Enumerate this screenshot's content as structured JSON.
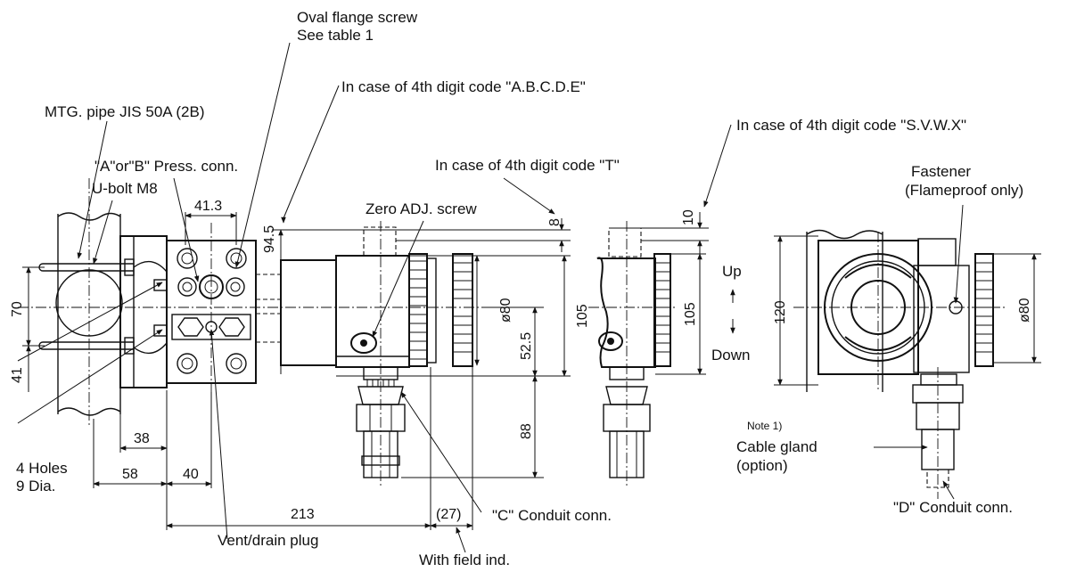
{
  "labels": {
    "oval_flange_line1": "Oval flange screw",
    "oval_flange_line2": "See table 1",
    "code_abcde": "In case of 4th digit code  \"A.B.C.D.E\"",
    "code_svwx": "In case of 4th digit code  \"S.V.W.X\"",
    "code_t": "In case of 4th digit code  \"T\"",
    "mtg_pipe": "MTG. pipe JIS 50A (2B)",
    "press_conn": "\"A\"or\"B\" Press. conn.",
    "u_bolt": "U-bolt M8",
    "zero_adj": "Zero ADJ. screw",
    "fastener_line1": "Fastener",
    "fastener_line2": "(Flameproof only)",
    "up": "Up",
    "down": "Down",
    "holes_line1": "4  Holes",
    "holes_line2": "9  Dia.",
    "note1": "Note 1)",
    "cable_gland_line1": "Cable gland",
    "cable_gland_line2": "(option)",
    "c_conduit": "\"C\" Conduit conn.",
    "d_conduit": "\"D\" Conduit conn.",
    "vent_drain": "Vent/drain plug",
    "field_ind": "With field ind."
  },
  "dimensions": {
    "d41_3": "41.3",
    "d94_5": "94.5",
    "d8": "8",
    "d10": "10",
    "d70": "70",
    "d41": "41",
    "d38": "38",
    "d58": "58",
    "d40": "40",
    "d213": "213",
    "d27": "(27)",
    "d80_left": "ø80",
    "d52_5": "52.5",
    "d105_left": "105",
    "d88": "88",
    "d105_mid": "105",
    "d120": "120",
    "d80_right": "ø80"
  }
}
